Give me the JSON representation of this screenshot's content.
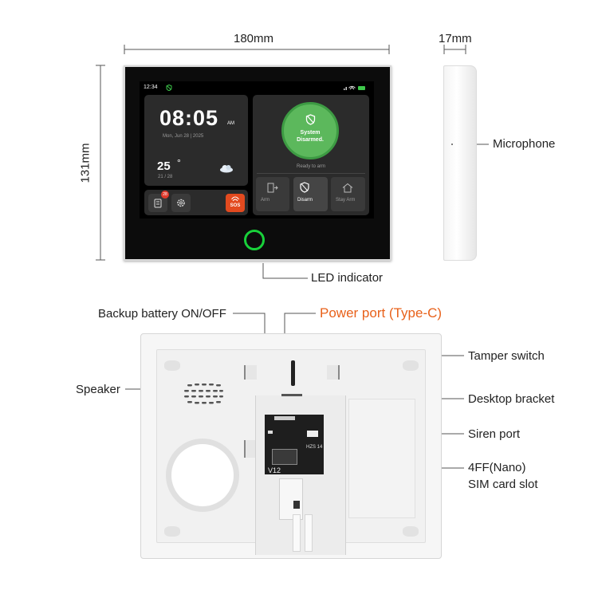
{
  "dimensions": {
    "width_label": "180mm",
    "depth_label": "17mm",
    "height_label": "131mm"
  },
  "screen": {
    "status_time": "12:34",
    "clock": "08:05",
    "ampm": "AM",
    "date": "Mon, Jun 28  |  2025",
    "temperature": "25",
    "degree_symbol": "°",
    "temp_range": "21 / 28",
    "notification_badge": "28",
    "sos_label": "SOS",
    "status_line1": "System",
    "status_line2": "Disarmed.",
    "ready_text": "Ready to arm",
    "buttons": [
      {
        "label": "Arm",
        "icon": "door-exit-icon"
      },
      {
        "label": "Disarm",
        "icon": "shield-icon"
      },
      {
        "label": "Stay Arm",
        "icon": "home-icon"
      }
    ],
    "colors": {
      "armed_status": "#5cb85c",
      "sos": "#e24a1f",
      "led": "#18d13a"
    }
  },
  "callouts": {
    "microphone": "Microphone",
    "led_indicator": "LED indicator",
    "backup_battery": "Backup battery ON/OFF",
    "power_port": "Power port (Type-C)",
    "tamper_switch": "Tamper switch",
    "speaker": "Speaker",
    "desktop_bracket": "Desktop bracket",
    "siren_port": "Siren port",
    "sim_slot_line1": "4FF(Nano)",
    "sim_slot_line2": "SIM card slot"
  },
  "pcb": {
    "board_label": "V12",
    "label_hzs": "HZS 14"
  },
  "accent_color": "#e8611a"
}
